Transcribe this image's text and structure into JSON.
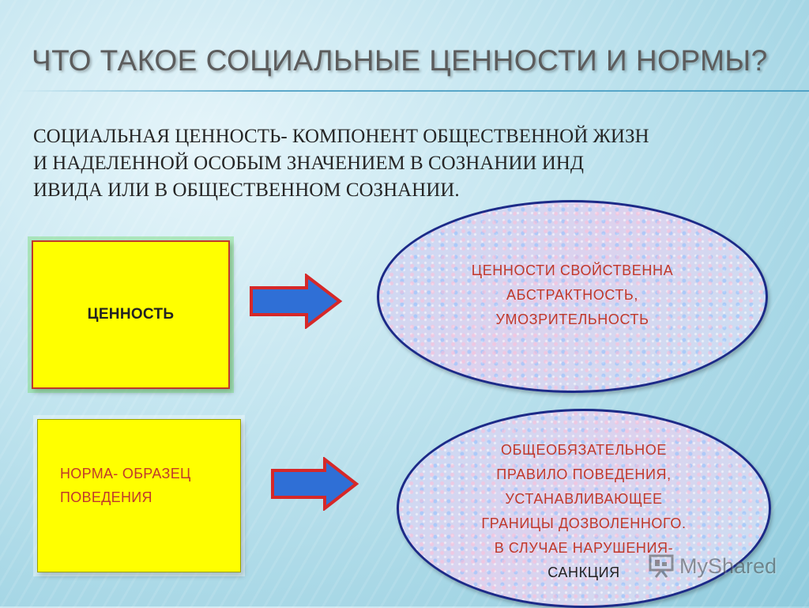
{
  "title": "ЧТО  ТАКОЕ СОЦИАЛЬНЫЕ ЦЕННОСТИ И НОРМЫ?",
  "definition": "СОЦИАЛЬНАЯ ЦЕННОСТЬ- КОМПОНЕНТ ОБЩЕСТВЕННОЙ ЖИЗН\nИ НАДЕЛЕННОЙ ОСОБЫМ ЗНАЧЕНИЕМ В СОЗНАНИИ  ИНД\nИВИДА ИЛИ  В ОБЩЕСТВЕННОМ СОЗНАНИИ.",
  "rows": [
    {
      "box_label": "ЦЕННОСТЬ",
      "ellipse_text": "ЦЕННОСТИ  СВОЙСТВЕННА\nАБСТРАКТНОСТЬ,\nУМОЗРИТЕЛЬНОСТЬ"
    },
    {
      "box_label": "НОРМА- ОБРАЗЕЦ\nПОВЕДЕНИЯ",
      "ellipse_text": "ОБЩЕОБЯЗАТЕЛЬНОЕ\nПРАВИЛО ПОВЕДЕНИЯ,\nУСТАНАВЛИВАЮЩЕЕ\nГРАНИЦЫ ДОЗВОЛЕННОГО.\nВ СЛУЧАЕ  НАРУШЕНИЯ-",
      "ellipse_text_last": "САНКЦИЯ"
    }
  ],
  "watermark": "MyShared",
  "colors": {
    "box_fill": "#ffff00",
    "box_border": "#c0392b",
    "arrow_fill": "#2f6fd6",
    "arrow_stroke": "#d62828",
    "ellipse_border": "#1c2a88",
    "accent_text": "#c0392b"
  },
  "icons": {
    "arrow": "right-arrow-icon",
    "watermark": "presentation-board-icon"
  }
}
